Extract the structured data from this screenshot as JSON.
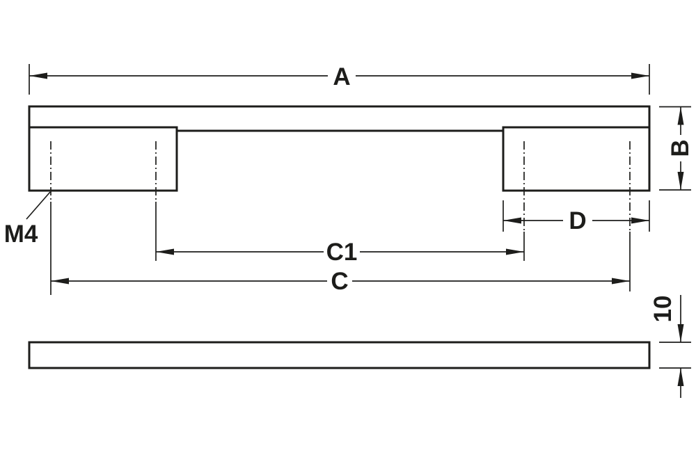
{
  "colors": {
    "line": "#1d1d1b",
    "background": "#ffffff"
  },
  "drawing": {
    "dimension_labels": {
      "overall_length": "A",
      "height": "B",
      "hole_distance_outer": "C",
      "hole_distance_inner": "C1",
      "foot_width": "D",
      "thread": "M4",
      "bar_thickness": "10"
    }
  }
}
